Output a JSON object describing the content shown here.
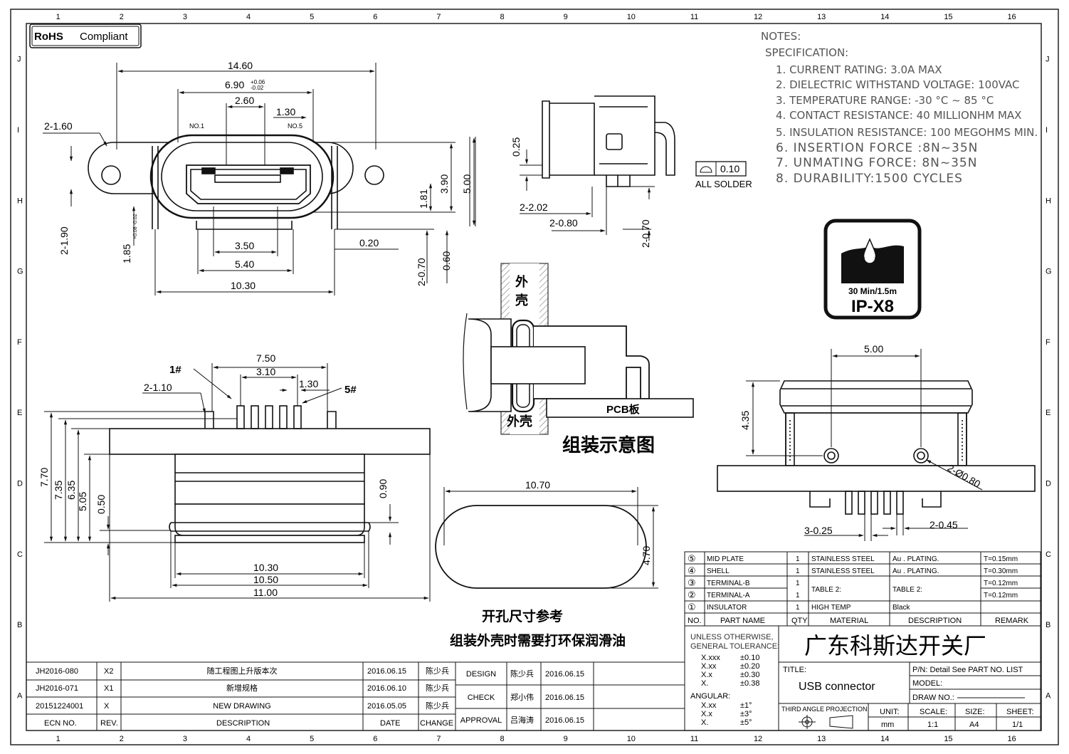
{
  "rohs": "RoHS Compliant",
  "rohs_a": "RoHS",
  "rohs_b": "Compliant",
  "grid": {
    "cols": [
      "1",
      "2",
      "3",
      "4",
      "5",
      "6",
      "7",
      "8",
      "9",
      "10",
      "11",
      "12",
      "13",
      "14",
      "15",
      "16"
    ],
    "rows": [
      "J",
      "I",
      "H",
      "G",
      "F",
      "E",
      "D",
      "C",
      "B",
      "A"
    ]
  },
  "notes": {
    "heading": "NOTES:",
    "spec": "SPECIFICATION:",
    "items": [
      "1. CURRENT RATING: 3.0A MAX",
      "2. DIELECTRIC WITHSTAND VOLTAGE: 100VAC",
      "3. TEMPERATURE RANGE: -30 °C ~ 85 °C",
      "4. CONTACT RESISTANCE: 40 MILLIONHM MAX",
      "5. INSULATION RESISTANCE: 100 MEGOHMS MIN.",
      "6. INSERTION FORCE :8N~35N",
      "7. UNMATING FORCE: 8N~35N",
      "8. DURABILITY:1500 CYCLES"
    ]
  },
  "ip": {
    "line1": "30 Min/1.5m",
    "line2": "IP-X8"
  },
  "solder": {
    "value": "0.10",
    "label": "ALL SOLDER"
  },
  "front": {
    "d1460": "14.60",
    "d690": "6.90",
    "d690tol_up": "+0.06",
    "d690tol_dn": "-0.02",
    "d260": "2.60",
    "d130": "1.30",
    "d2160": "2-1.60",
    "no1": "NO.1",
    "no5": "NO.5",
    "d390": "3.90",
    "d500": "5.00",
    "d181": "1.81",
    "d2190": "2-1.90",
    "d185": "1.85",
    "d185tol": "+0.08 -0.02",
    "d350": "3.50",
    "d540": "5.40",
    "d1030": "10.30",
    "d020": "0.20",
    "d2070": "2-0.70",
    "d060": "0.60"
  },
  "side": {
    "d025": "0.25",
    "d2202": "2-2.02",
    "d2080": "2-0.80",
    "d2070": "2-0.70"
  },
  "assembly": {
    "shell_top": "外壳",
    "shell_bot": "外壳",
    "pcb": "PCB板",
    "caption": "组装示意图"
  },
  "bottom_view": {
    "d750": "7.50",
    "d310": "3.10",
    "d130": "1.30",
    "d2110": "2-1.10",
    "p1": "1#",
    "p5": "5#",
    "d770": "7.70",
    "d735": "7.35",
    "d635": "6.35",
    "d505": "5.05",
    "d050": "0.50",
    "d090": "0.90",
    "d1030": "10.30",
    "d1050": "10.50",
    "d1100": "11.00"
  },
  "cutout": {
    "d1070": "10.70",
    "d470": "4.70",
    "cap1": "开孔尺寸参考",
    "cap2": "组装外壳时需要打环保润滑油"
  },
  "right_view": {
    "d500": "5.00",
    "d435": "4.35",
    "d2080": "2-Ø0.80",
    "d3025": "3-0.25",
    "d2045": "2-0.45"
  },
  "bom": {
    "rows": [
      {
        "no": "⑤",
        "part": "MID PLATE",
        "qty": "1",
        "mat": "STAINLESS STEEL",
        "desc": "Au . PLATING.",
        "rem": "T=0.15mm"
      },
      {
        "no": "④",
        "part": "SHELL",
        "qty": "1",
        "mat": "STAINLESS STEEL",
        "desc": "Au . PLATING.",
        "rem": "T=0.30mm"
      },
      {
        "no": "③",
        "part": "TERMINAL-B",
        "qty": "1",
        "mat": "TABLE 2:",
        "desc": "TABLE 2:",
        "rem": "T=0.12mm"
      },
      {
        "no": "②",
        "part": "TERMINAL-A",
        "qty": "1",
        "mat": "",
        "desc": "",
        "rem": "T=0.12mm"
      },
      {
        "no": "①",
        "part": "INSULATOR",
        "qty": "1",
        "mat": "HIGH TEMP",
        "desc": "Black",
        "rem": ""
      }
    ],
    "header": {
      "no": "NO.",
      "part": "PART NAME",
      "qty": "QTY",
      "mat": "MATERIAL",
      "desc": "DESCRIPTION",
      "rem": "REMARK"
    }
  },
  "title_block": {
    "tol_head1": "UNLESS OTHERWISE,",
    "tol_head2": "GENERAL TOLERANCE:",
    "tol": [
      [
        "X.xxx",
        "±0.10"
      ],
      [
        "X.xx",
        "±0.20"
      ],
      [
        "X.x",
        "±0.30"
      ],
      [
        "X.",
        "±0.38"
      ]
    ],
    "angular": "ANGULAR:",
    "ang": [
      [
        "X.xx",
        "±1°"
      ],
      [
        "X.x",
        "±3°"
      ],
      [
        "X.",
        "±5°"
      ]
    ],
    "company": "广东科斯达开关厂",
    "title_label": "TITLE:",
    "title": "USB connector",
    "pn": "P/N: Detail  See  PART  NO.  LIST",
    "model": "MODEL:",
    "drawno": "DRAW  NO.:",
    "projection": "THIRD ANGLE PROJECTION",
    "unit_l": "UNIT:",
    "unit": "mm",
    "scale_l": "SCALE:",
    "scale": "1:1",
    "size_l": "SIZE:",
    "size": "A4",
    "sheet_l": "SHEET:",
    "sheet": "1/1"
  },
  "approvals": [
    {
      "role": "DESIGN",
      "name": "陈少兵",
      "date": "2016.06.15"
    },
    {
      "role": "CHECK",
      "name": "郑小伟",
      "date": "2016.06.15"
    },
    {
      "role": "APPROVAL",
      "name": "吕海涛",
      "date": "2016.06.15"
    }
  ],
  "revisions": [
    {
      "ecn": "JH2016-080",
      "rev": "X2",
      "desc": "随工程图上升版本次",
      "date": "2016.06.15",
      "by": "陈少兵"
    },
    {
      "ecn": "JH2016-071",
      "rev": "X1",
      "desc": "新增规格",
      "date": "2016.06.10",
      "by": "陈少兵"
    },
    {
      "ecn": "20151224001",
      "rev": "X",
      "desc": "NEW DRAWING",
      "date": "2016.05.05",
      "by": "陈少兵"
    }
  ],
  "rev_header": {
    "ecn": "ECN  NO.",
    "rev": "REV.",
    "desc": "DESCRIPTION",
    "date": "DATE",
    "change": "CHANGE"
  }
}
